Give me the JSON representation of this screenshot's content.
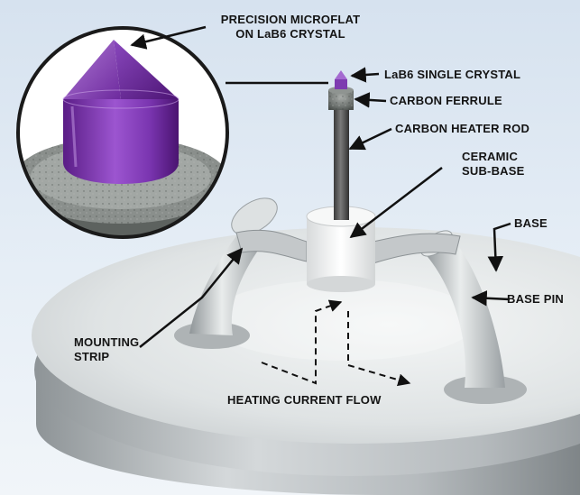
{
  "labels": {
    "precision_microflat": [
      "PRECISION MICROFLAT",
      "ON LaB6 CRYSTAL"
    ],
    "lab6_single_crystal": "LaB6 SINGLE CRYSTAL",
    "carbon_ferrule": "CARBON FERRULE",
    "carbon_heater_rod": "CARBON HEATER ROD",
    "ceramic_sub_base": [
      "CERAMIC",
      "SUB-BASE"
    ],
    "base": "BASE",
    "base_pin": "BASE PIN",
    "mounting_strip": [
      "MOUNTING",
      "STRIP"
    ],
    "heating_current_flow": "HEATING CURRENT FLOW"
  },
  "colors": {
    "crystal": "#7d3bb0",
    "background": "#dfe8f2",
    "metal": "#c9cdcf",
    "heater_rod": "#555555",
    "label_text": "#141414"
  }
}
